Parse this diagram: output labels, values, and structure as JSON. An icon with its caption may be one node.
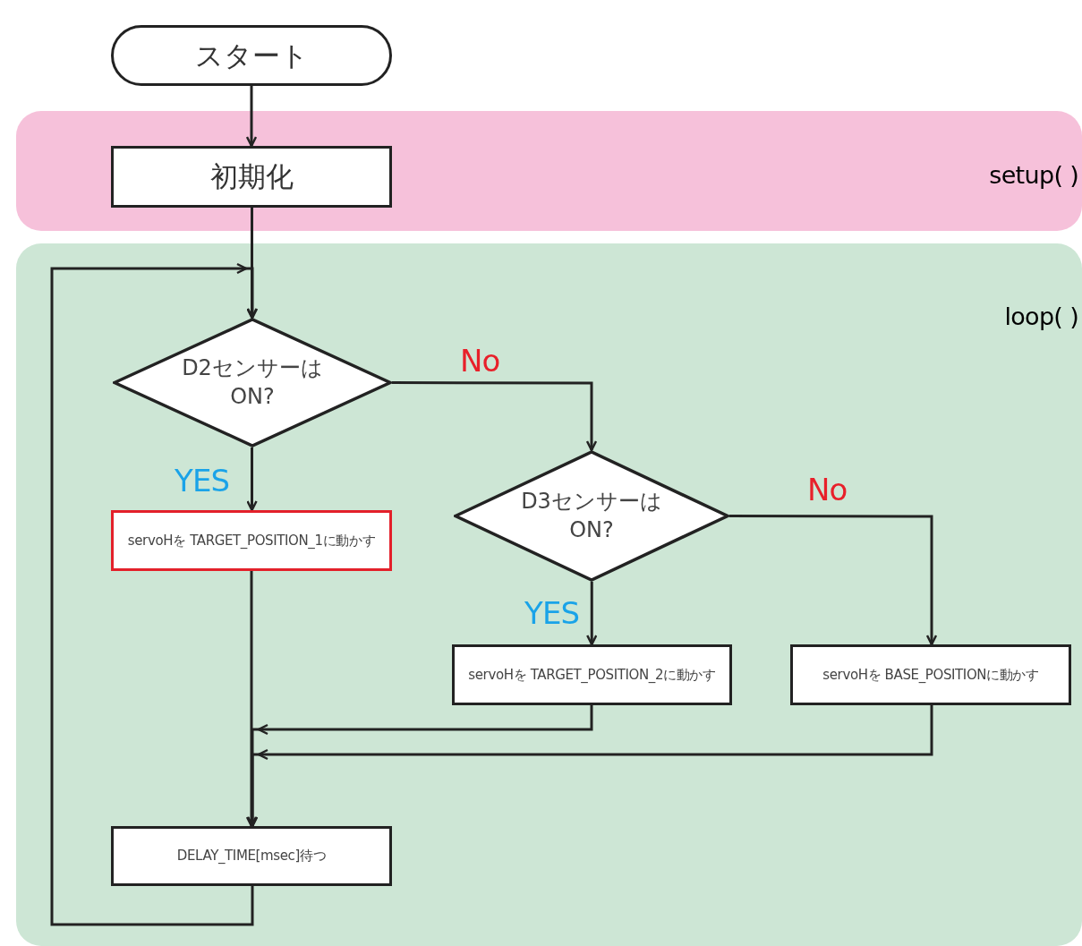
{
  "diagram": {
    "nodes": [
      {
        "text": [
          "スタート"
        ]
      },
      {
        "text": [
          "setup( )"
        ]
      },
      {
        "text": [
          "初期化"
        ],
        "in": 1
      },
      {
        "text": [
          "loop( )"
        ]
      },
      {
        "text": [
          "D2センサーはON?"
        ],
        "in": 3
      },
      {
        "text": [
          "servoHを TARGET_POSITION_1に動かす"
        ],
        "in": 3
      },
      {
        "text": [
          "D3センサーはON?"
        ],
        "in": 3
      },
      {
        "text": [
          "servoHを TARGET_POSITION_2に動かす"
        ],
        "in": 3
      },
      {
        "text": [
          "servoHを BASE_POSITIONに動かす"
        ],
        "in": 3
      },
      {
        "text": [
          "DELAY_TIME[msec]待つ"
        ],
        "in": 3
      }
    ],
    "edges": [
      {
        "from": 0,
        "to": 2,
        "arrow": "to"
      },
      {
        "from": 2,
        "to": 4,
        "arrow": "to"
      },
      {
        "from": 4,
        "to": 5,
        "label": "YES",
        "arrow": "to"
      },
      {
        "from": 4,
        "to": 6,
        "label": "No",
        "arrow": "to"
      },
      {
        "from": 6,
        "to": 7,
        "label": "YES",
        "arrow": "to"
      },
      {
        "from": 6,
        "to": 8,
        "label": "No",
        "arrow": "to"
      },
      {
        "from": 5,
        "to": 9,
        "arrow": "to"
      },
      {
        "from": 7,
        "to": 9,
        "arrow": "to"
      },
      {
        "from": 8,
        "to": 9,
        "arrow": "to"
      },
      {
        "from": 9,
        "to": 4,
        "arrow": "to"
      }
    ]
  }
}
